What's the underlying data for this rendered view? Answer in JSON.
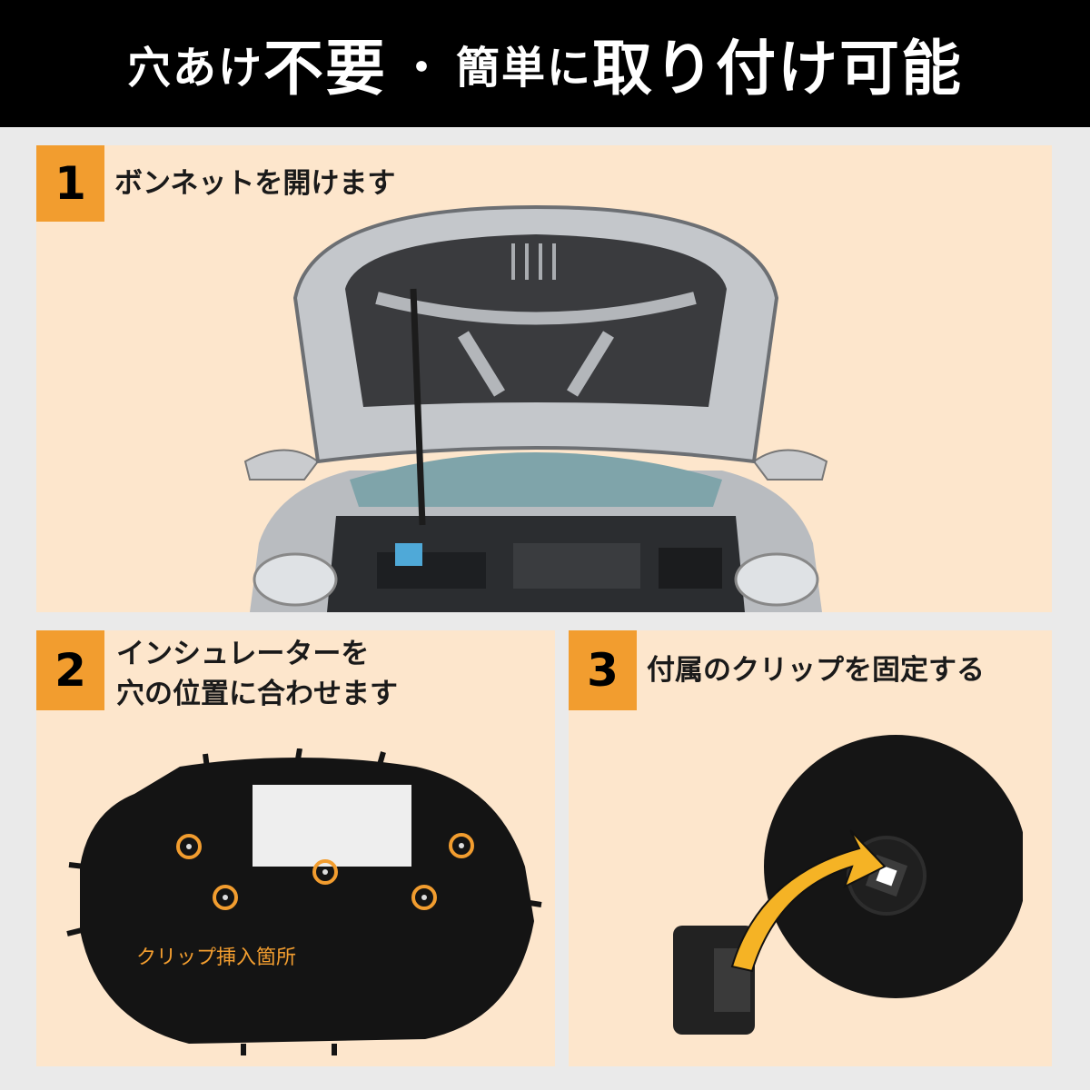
{
  "header": {
    "part1": "穴あけ",
    "part2": "不要",
    "dot": "・",
    "part3": "簡単に",
    "part4": "取り付け可能"
  },
  "steps": [
    {
      "number": "1",
      "line1": "ボンネットを開けます",
      "line2": ""
    },
    {
      "number": "2",
      "line1": "インシュレーターを",
      "line2": "穴の位置に合わせます"
    },
    {
      "number": "3",
      "line1": "付属のクリップを固定する",
      "line2": ""
    }
  ],
  "insulator": {
    "clip_label": "クリップ挿入箇所"
  },
  "colors": {
    "accent": "#f29d2f",
    "panel": "#fde6cc",
    "header": "#000000"
  }
}
